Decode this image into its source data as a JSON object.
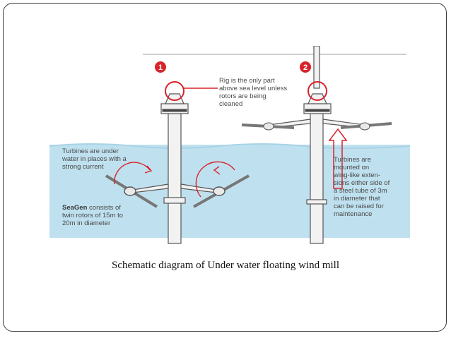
{
  "diagram": {
    "step_1": "1",
    "step_2": "2",
    "rig_note": [
      "Rig is the only part",
      "above sea level unless",
      "rotors are being",
      "cleaned"
    ],
    "turbines_underwater": [
      "Turbines are under",
      "water in places with a",
      "strong current"
    ],
    "seagen_name": "SeaGen",
    "seagen_desc": [
      " consists of",
      "twin rotors of 15m to",
      "20m in diameter"
    ],
    "turbines_mounted": [
      "Turbines are",
      "mounted on",
      "wing-like exten-",
      "sions either side of",
      "a steel tube of 3m",
      "in diameter that",
      "can be raised for",
      "maintenance"
    ],
    "colors": {
      "water": "#bfe0ee",
      "accent_red": "#d9232a",
      "structure": "#f2f2f2",
      "outline": "#555555"
    }
  },
  "caption": "Schematic diagram of Under water floating wind mill"
}
